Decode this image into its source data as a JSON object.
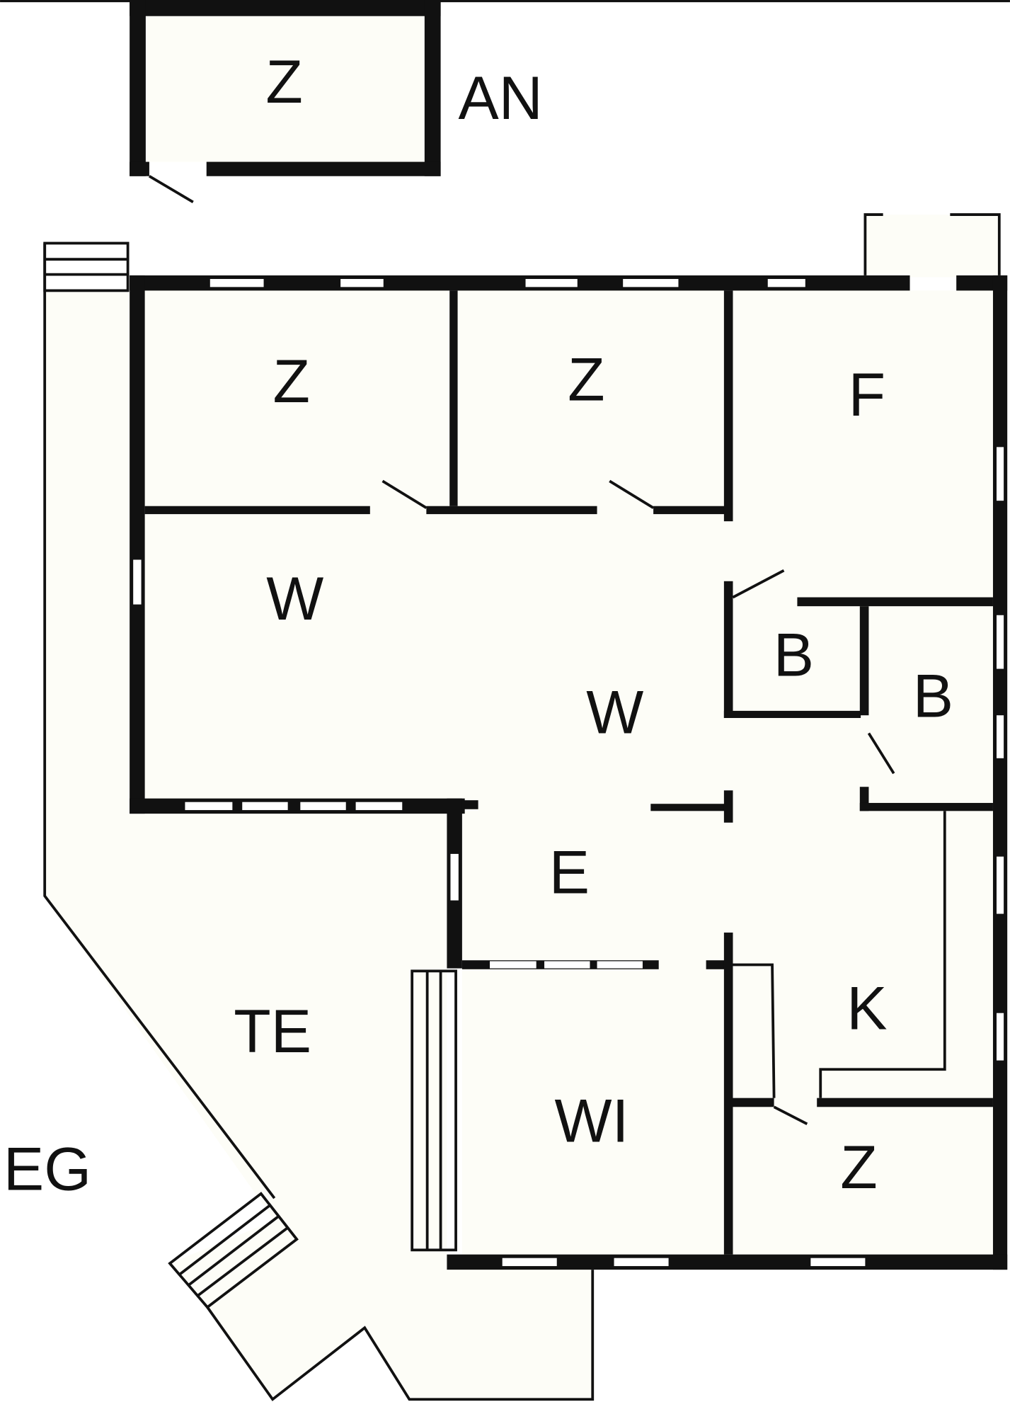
{
  "floor_plan": {
    "level_label": "EG",
    "annex_label": "AN",
    "rooms": {
      "annex_storage": "Z",
      "room_top_left": "Z",
      "room_top_middle": "Z",
      "hall_top_right": "F",
      "living_left": "W",
      "living_center": "W",
      "bath_small": "B",
      "bath_right": "B",
      "entry": "E",
      "kitchen": "K",
      "terrace": "TE",
      "winter_garden": "WI",
      "room_bottom_right": "Z"
    }
  }
}
